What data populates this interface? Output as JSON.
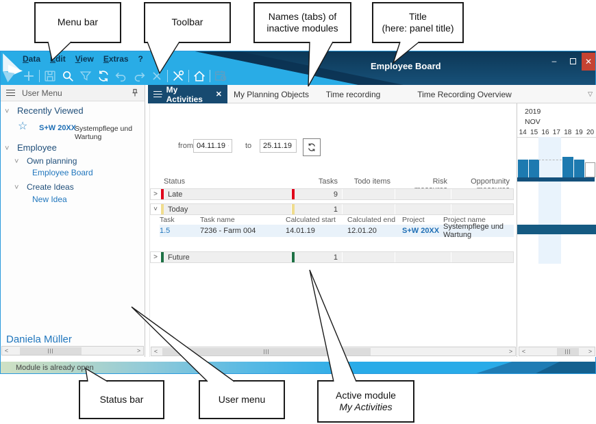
{
  "callouts": {
    "menu_bar": "Menu bar",
    "toolbar": "Toolbar",
    "tabs_line1": "Names (tabs) of",
    "tabs_line2": "inactive modules",
    "title_line1": "Title",
    "title_line2": "(here: panel title)",
    "status_bar": "Status bar",
    "user_menu": "User menu",
    "active_module_line1": "Active module",
    "active_module_line2": "My Activities"
  },
  "window": {
    "title": "Employee Board",
    "controls": {
      "minimize_glyph": "–",
      "close_glyph": "✕"
    }
  },
  "menu": {
    "items": [
      "Data",
      "Edit",
      "View",
      "Extras",
      "?"
    ]
  },
  "toolbar": {
    "icons": [
      "new-plus",
      "save",
      "search",
      "filter",
      "refresh",
      "undo",
      "redo",
      "delete-x",
      "tools",
      "home",
      "calendar-clock"
    ]
  },
  "tabs": {
    "active": {
      "label": "My Activities",
      "close_glyph": "✕"
    },
    "inactive": [
      "My Planning Objects",
      "Time recording",
      "Time Recording Overview"
    ],
    "dropdown_glyph": "▽"
  },
  "icons": {
    "chevron_down": "˅",
    "star": "☆"
  },
  "sidebar": {
    "header": "User Menu",
    "recently_viewed": "Recently Viewed",
    "recent_item": {
      "code": "S+W 20XX",
      "name": "Systempflege und Wartung"
    },
    "employee": "Employee",
    "own_planning": "Own planning",
    "employee_board": "Employee Board",
    "create_ideas": "Create Ideas",
    "new_idea": "New Idea",
    "user_name": "Daniela Müller"
  },
  "filters": {
    "from_label": "from",
    "from_value": "04.11.19",
    "to_label": "to",
    "to_value": "25.11.19"
  },
  "table": {
    "columns": [
      "Status",
      "Tasks",
      "Todo items",
      "Risk measures",
      "Opportunity measures"
    ],
    "groups": [
      {
        "expander": ">",
        "label": "Late",
        "tasks": "9",
        "color": "#e0001a"
      },
      {
        "expander": "˅",
        "label": "Today",
        "tasks": "1",
        "color": "#f0dd8e"
      },
      {
        "expander": ">",
        "label": "Future",
        "tasks": "1",
        "color": "#1e7145"
      }
    ],
    "detail_columns": [
      "Task",
      "Task name",
      "Calculated start 2▲",
      "Calculated end 1▼",
      "Project",
      "Project name"
    ],
    "detail_row": {
      "task": "1.5",
      "task_name": "7236 - Farm 004",
      "calc_start": "14.01.19",
      "calc_end": "12.01.20",
      "project": "S+W 20XX",
      "project_name": "Systempflege und Wartung"
    }
  },
  "gantt": {
    "year": "2019",
    "month": "NOV",
    "days": [
      "14",
      "15",
      "16",
      "17",
      "18",
      "19",
      "20"
    ],
    "utilization": [
      {
        "day": "14",
        "bar": "filled"
      },
      {
        "day": "15",
        "bar": "filled"
      },
      {
        "day": "16",
        "bar": "none"
      },
      {
        "day": "17",
        "bar": "none"
      },
      {
        "day": "18",
        "bar": "filled-tall"
      },
      {
        "day": "19",
        "bar": "filled"
      },
      {
        "day": "20",
        "bar": "outline"
      }
    ]
  },
  "status_bar": {
    "message": "Module is already open"
  },
  "colors": {
    "accent_blue": "#29ace6",
    "navy": "#0d3756",
    "active_tab": "#174a70",
    "link_blue": "#2076bd",
    "late_red": "#e0001a",
    "today_yellow": "#f0dd8e",
    "future_green": "#1e7145",
    "close_red": "#c64332",
    "gantt_bar": "#1d7ab0",
    "gantt_task_bar": "#155a82"
  }
}
